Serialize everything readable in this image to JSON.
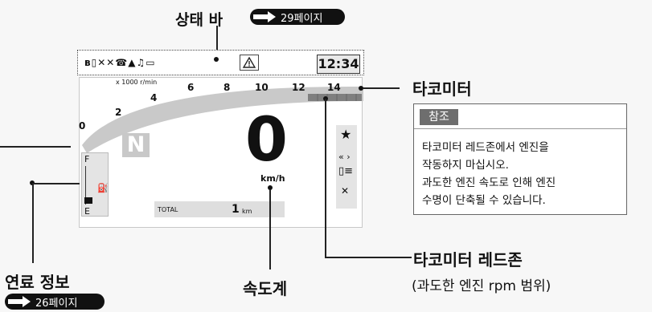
{
  "callouts": {
    "status_bar": {
      "label": "상태 바",
      "page_ref": "29페이지"
    },
    "tachometer": {
      "label": "타코미터"
    },
    "fuel": {
      "label": "연료 정보",
      "page_ref": "26페이지"
    },
    "speedometer": {
      "label": "속도계"
    },
    "redzone": {
      "label": "타코미터 레드존",
      "sub": "(과도한 엔진 rpm 범위)"
    }
  },
  "note": {
    "heading": "참조",
    "lines": [
      "타코미터 레드존에서 엔진을",
      "작동하지 마십시오.",
      "과도한 엔진 속도로 인해 엔진",
      "수명이 단축될 수 있습니다."
    ]
  },
  "display": {
    "status_icons": "ʙ▯✕✕☎▲♫▭",
    "clock": "12:34",
    "rpm_scale": "x 1000 r/min",
    "rpm_ticks": [
      "0",
      "2",
      "4",
      "6",
      "8",
      "10",
      "12",
      "14"
    ],
    "gear": "N",
    "speed": "0",
    "speed_unit": "km/h",
    "fuel_full": "F",
    "fuel_empty": "E",
    "odo_label": "TOTAL",
    "odo_value": "1",
    "odo_unit": "km"
  }
}
